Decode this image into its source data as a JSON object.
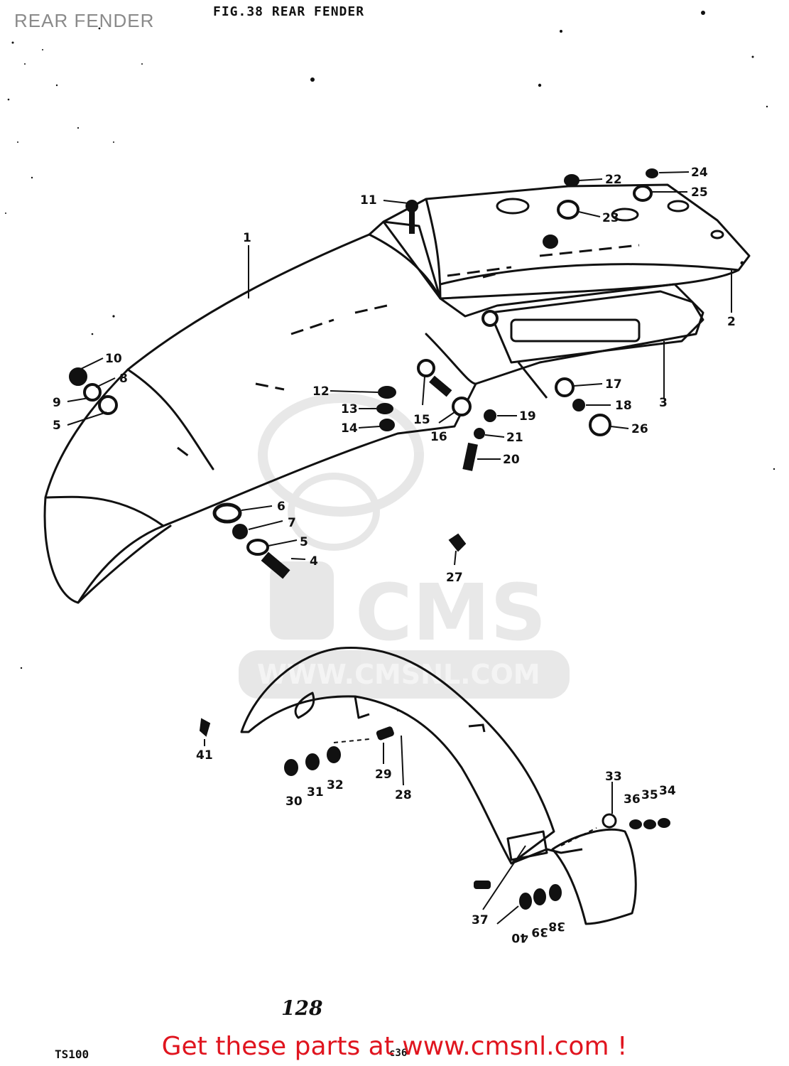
{
  "header": {
    "title": "REAR FENDER",
    "figure_caption": "FIG.38 REAR FENDER"
  },
  "watermark": {
    "logo_text": "CMS",
    "url_text": "WWW.CMSNL.COM"
  },
  "callouts": [
    "1",
    "2",
    "3",
    "4",
    "5",
    "6",
    "7",
    "8",
    "9",
    "10",
    "11",
    "12",
    "13",
    "14",
    "15",
    "16",
    "17",
    "18",
    "19",
    "20",
    "21",
    "22",
    "23",
    "24",
    "25",
    "26",
    "27",
    "28",
    "29",
    "30",
    "31",
    "32",
    "33",
    "34",
    "35",
    "36",
    "37",
    "38",
    "39",
    "40",
    "41"
  ],
  "footer": {
    "page_number": "128",
    "model": "TS100",
    "code": "c36",
    "promo": "Get these parts at www.cmsnl.com !"
  },
  "colors": {
    "ink": "#111111",
    "title_gray": "#8a8a8a",
    "promo_red": "#e0151f",
    "watermark_gray": "#9a9a9a"
  }
}
